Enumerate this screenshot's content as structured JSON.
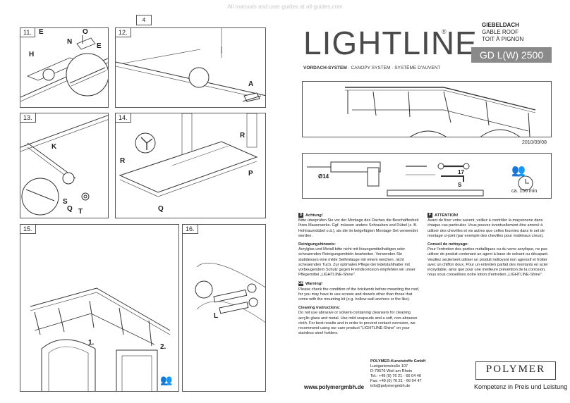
{
  "watermark": "All manuals and user guides at all-guides.com",
  "page_number": "4",
  "brand": {
    "name": "LIGHTLINE",
    "registered": "®",
    "model": "GD L(W) 2500",
    "type_lines": [
      "GIEBELDACH",
      "GABLE ROOF",
      "TOIT À PIGNON"
    ],
    "system_de": "VORDACH-SYSTEM",
    "system_en": "CANOPY SYSTEM",
    "system_fr": "SYSTÈME D'AUVENT",
    "date": "2010/09/08"
  },
  "steps": {
    "s11": {
      "num": "11.",
      "labels": [
        "E",
        "N",
        "O",
        "E",
        "H"
      ]
    },
    "s12": {
      "num": "12.",
      "labels": [
        "A"
      ]
    },
    "s13": {
      "num": "13.",
      "labels": [
        "K",
        "S",
        "Q",
        "T"
      ]
    },
    "s14": {
      "num": "14.",
      "labels": [
        "R",
        "R",
        "P",
        "Q"
      ]
    },
    "s15": {
      "num": "15.",
      "labels": [
        "1.",
        "2."
      ]
    },
    "s16": {
      "num": "16.",
      "labels": [
        "L"
      ]
    }
  },
  "tools": {
    "drill": "Ø14",
    "wrench": "17",
    "hex": "S",
    "time": "ca. 150 min"
  },
  "text_de": {
    "flag": "D",
    "warning_title": "Achtung!",
    "warning_body": "Bitte überprüfen Sie vor der Montage des Daches die Beschaffenheit Ihres Mauerwerks. Ggf. müssen andere Schrauben und Dübel (z. B. Hohlraumdübel o.ä.), als die im beigefügten Montage-Set verwendet werden.",
    "clean_title": "Reinigungshinweis:",
    "clean_body": "Acrylglas und Metall bitte nicht mit lösungsmittelhaltigen oder scheuernden Reinigungsmitteln bearbeiten. Verwenden Sie stattdessen eine milde Seifenlauge mit einem weichen, nicht scheuernden Tuch. Zur optimalen Pflege der Edelstahlhalter mit vorbeugendem Schutz gegen Fremdkorrosion empfehlen wir unser Pflegemittel „LIGHTLINE-Shine\"."
  },
  "text_en": {
    "flag": "GB",
    "warning_title": "Warning!",
    "warning_body": "Please check the condition of the brickwork before mounting the roof, for you may have to use screws and dowels other than those that come with the mounting kit (e.g. hollow wall anchors or the like).",
    "clean_title": "Cleaning instructions:",
    "clean_body": "Do not use abrasive or solvent-containing cleansers for cleaning acrylic glass and metal. Use mild soapsuds and a soft, non-abrasive cloth. For best results and in order to prevent contact corrosion, we recommend using our care product \"LIGHTLINE-Shine\" on your stainless steel holders."
  },
  "text_fr": {
    "flag": "F",
    "warning_title": "ATTENTION!",
    "warning_body": "Avant de fixer votre auvent, veillez à contrôler la maçonnerie dans chaque cas particulier. Vous pouvez éventuellement être amené à utiliser des chevilles et vis autres que celles fournies dans le set de montage ci-joint (par exemple des chevilles pour matériaux creux).",
    "clean_title": "Conseil de nettoyage:",
    "clean_body": "Pour l'entretien des parties métalliques ou du verre acrylique, ne pas utiliser de produit contenant un agent à base de solvant ou décapant. Veuillez seulement utiliser un produit nettoyant non agressif et frotter avec un chiffon doux. Pour un entretien parfait des montants en acier inoxydable, ainsi que pour une meilleure prévention de la corrosion, nous vous conseillons notre lotion d'entretien „LIGHTLINE-Shine\"."
  },
  "company": {
    "name": "POLYMER-Kunststoffe GmbH",
    "street": "Lustgartenstraße 107",
    "city": "D-79576 Weil am Rhein",
    "tel": "Tel.: +49 (0) 76 21 - 66 04 46",
    "fax": "Fax: +49 (0) 76 21 - 66 04 47",
    "email": "info@polymergmbh.de",
    "web": "www.polymergmbh.de",
    "logo": "POLYMER",
    "slogan": "Kompetenz in Preis und Leistung"
  }
}
